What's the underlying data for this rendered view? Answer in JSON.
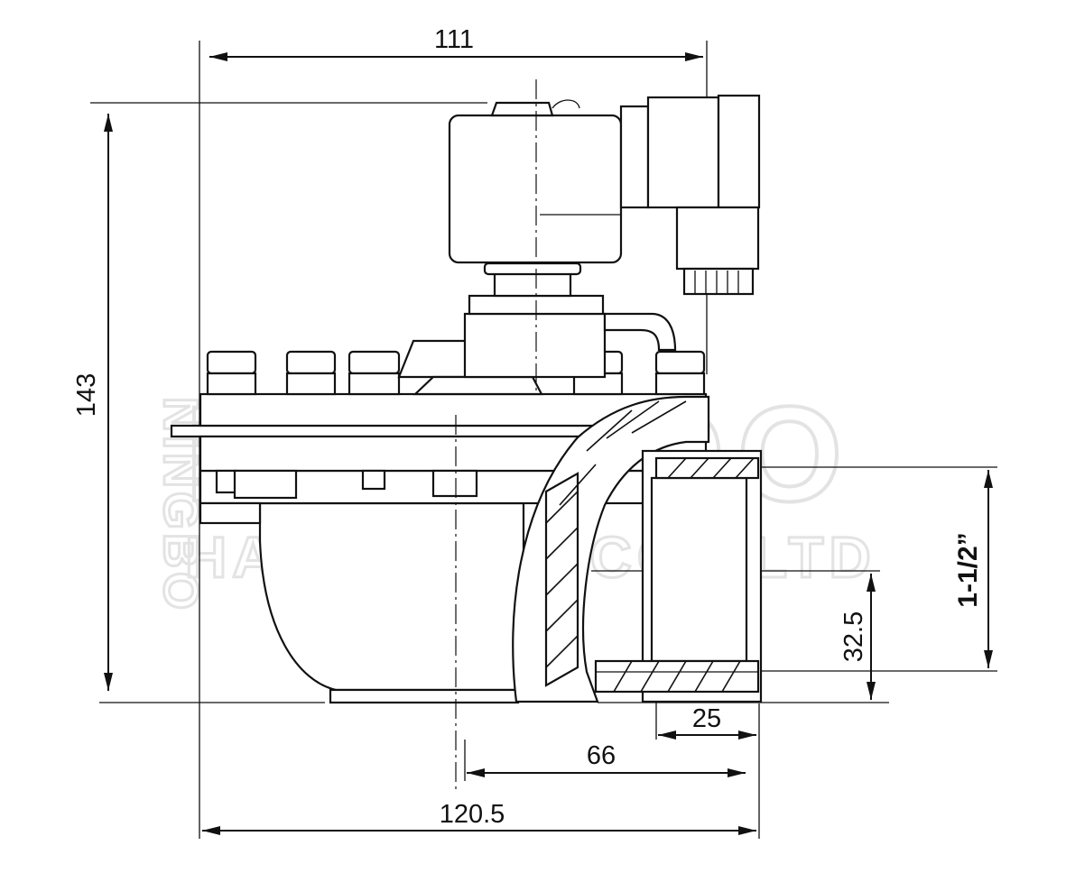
{
  "watermark": {
    "brand": "BRANDO",
    "company": "HARDWARE CO., LTD",
    "city": "NINGBO"
  },
  "dimensions": {
    "top_width": "111",
    "height": "143",
    "port_size": "1-1/2”",
    "port_center_height": "32.5",
    "thread_length": "25",
    "port_offset": "66",
    "total_width": "120.5"
  },
  "colors": {
    "line": "#111111",
    "watermark": "#e3e3e3",
    "background": "#ffffff"
  }
}
